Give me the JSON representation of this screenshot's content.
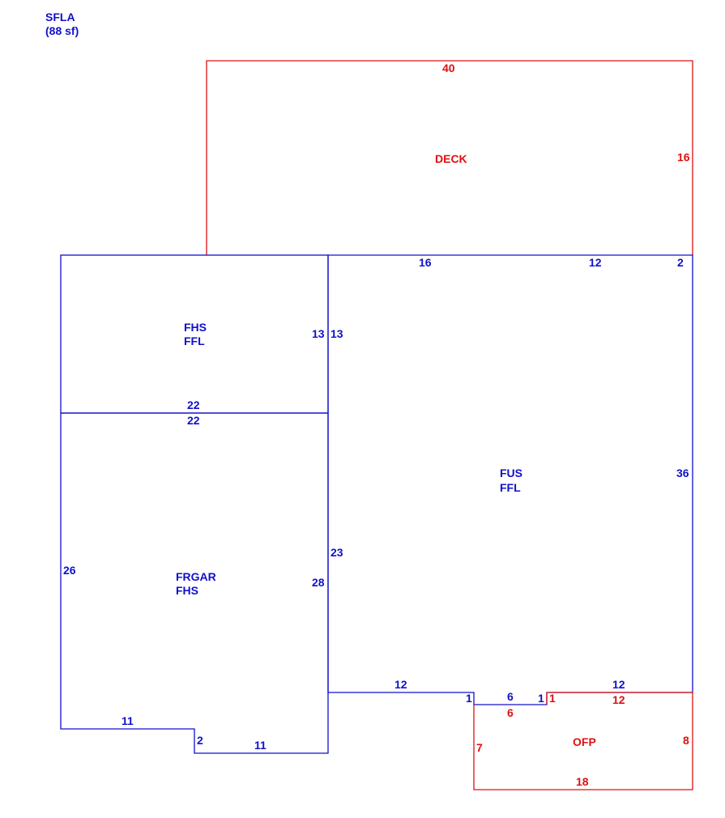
{
  "header": {
    "title": "SFLA",
    "area": "(88 sf)"
  },
  "colors": {
    "blue": "#1010cc",
    "red": "#dd1111"
  },
  "areas": {
    "deck": "DECK",
    "fhs": [
      "FHS",
      "FFL"
    ],
    "fus": [
      "FUS",
      "FFL"
    ],
    "frgar": [
      "FRGAR",
      "FHS"
    ],
    "ofp": "OFP"
  },
  "dims": {
    "deck_top": "40",
    "deck_right": "16",
    "fus_top_a": "16",
    "fus_top_b": "12",
    "fus_top_c": "2",
    "fhs_right": "13",
    "fus_left_upper": "13",
    "fhs_bottom": "22",
    "frgar_top": "22",
    "fus_right": "36",
    "fus_left_lower": "23",
    "frgar_left": "26",
    "frgar_right": "28",
    "fus_bottom_left": "12",
    "fus_notch_left": "1",
    "fus_notch_bottom": "6",
    "fus_notch_right": "1",
    "fus_bottom_right": "12",
    "ofp_notch_right": "1",
    "ofp_top": "12",
    "ofp_notch_bottom": "6",
    "ofp_left": "7",
    "ofp_right": "8",
    "ofp_bottom": "18",
    "frgar_bottom_left": "11",
    "frgar_step": "2",
    "frgar_bottom_right": "11"
  }
}
